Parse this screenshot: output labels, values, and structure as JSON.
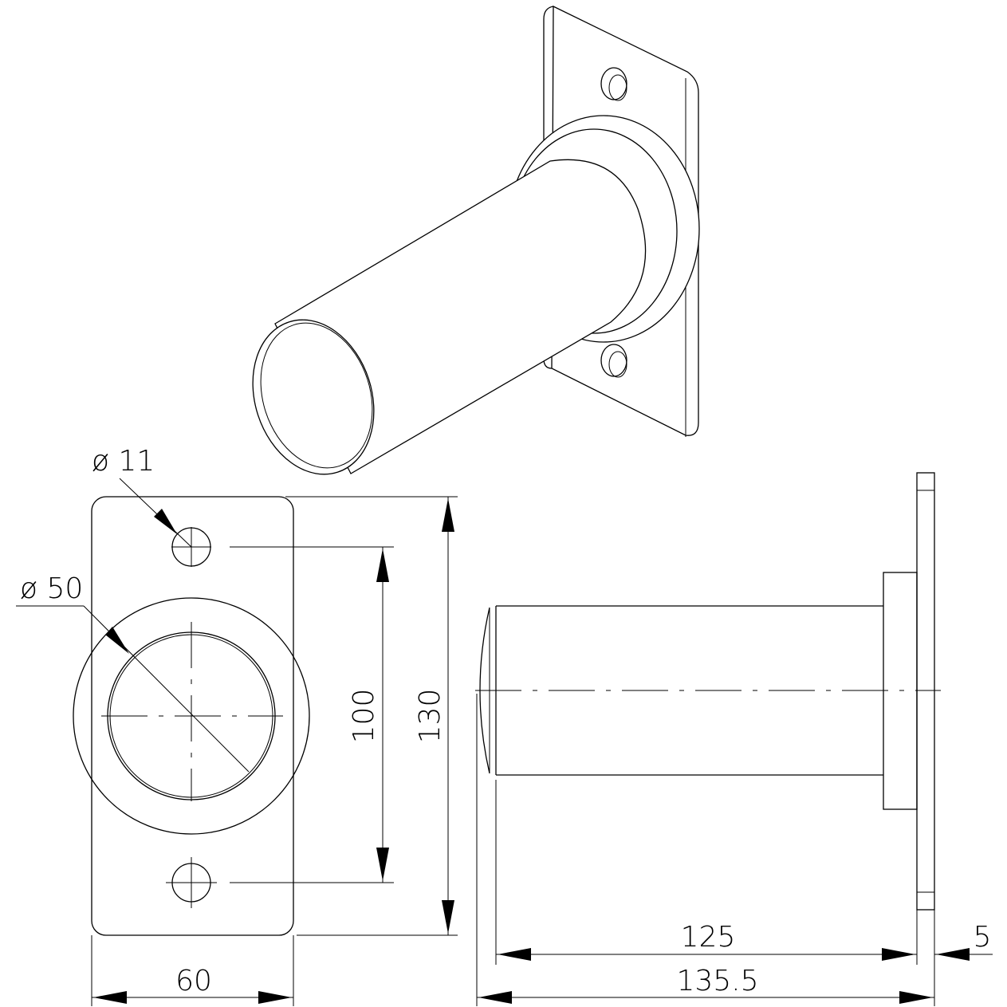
{
  "dimensions": {
    "hole_diameter": "ø 11",
    "tube_diameter": "ø 50",
    "hole_spacing": "100",
    "plate_height": "130",
    "plate_width": "60",
    "tube_length": "125",
    "plate_thickness": "5",
    "overall_length": "135.5"
  }
}
